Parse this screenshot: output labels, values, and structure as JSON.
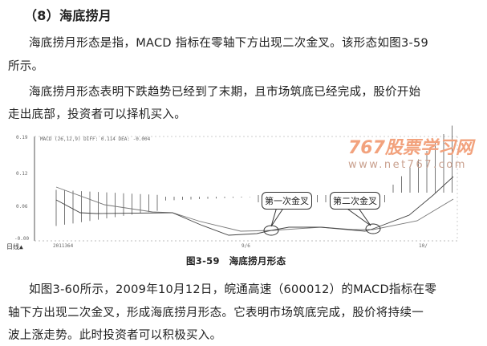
{
  "heading": "（8）海底捞月",
  "paragraphs": [
    [
      "海底捞月形态是指，MACD 指标在零轴下方出现二次金叉。该形态如图3-59",
      "所示。"
    ],
    [
      "海底捞月形态表明下跌趋势已经到了末期，且市场筑底已经完成，股价开始",
      "走出底部，投资者可以择机买入。"
    ],
    [
      "如图3-60所示，2009年10月12日，皖通高速（600012）的MACD指标在零",
      "轴下方出现二次金叉，形成海底捞月形态。它表明市场筑底完成，股价将持续一",
      "波上涨走势。此时投资者可以积极买入。"
    ]
  ],
  "figure": {
    "caption": "图3-59　海底捞月形态",
    "indicator_header": "MACD (26,12,9) DIFF: 0.114 DEA: -0.004",
    "y_ticks": [
      "0.19",
      "0.12",
      "0.06",
      "-0.00"
    ],
    "x_ticks": [
      "9/6",
      "10/"
    ],
    "bottom_left": "日线▲",
    "bottom_code": "2011364",
    "callouts": [
      "第一次金叉",
      "第二次金叉"
    ],
    "watermark": {
      "title": "767股票学习网",
      "url": "www.net767.com"
    }
  }
}
